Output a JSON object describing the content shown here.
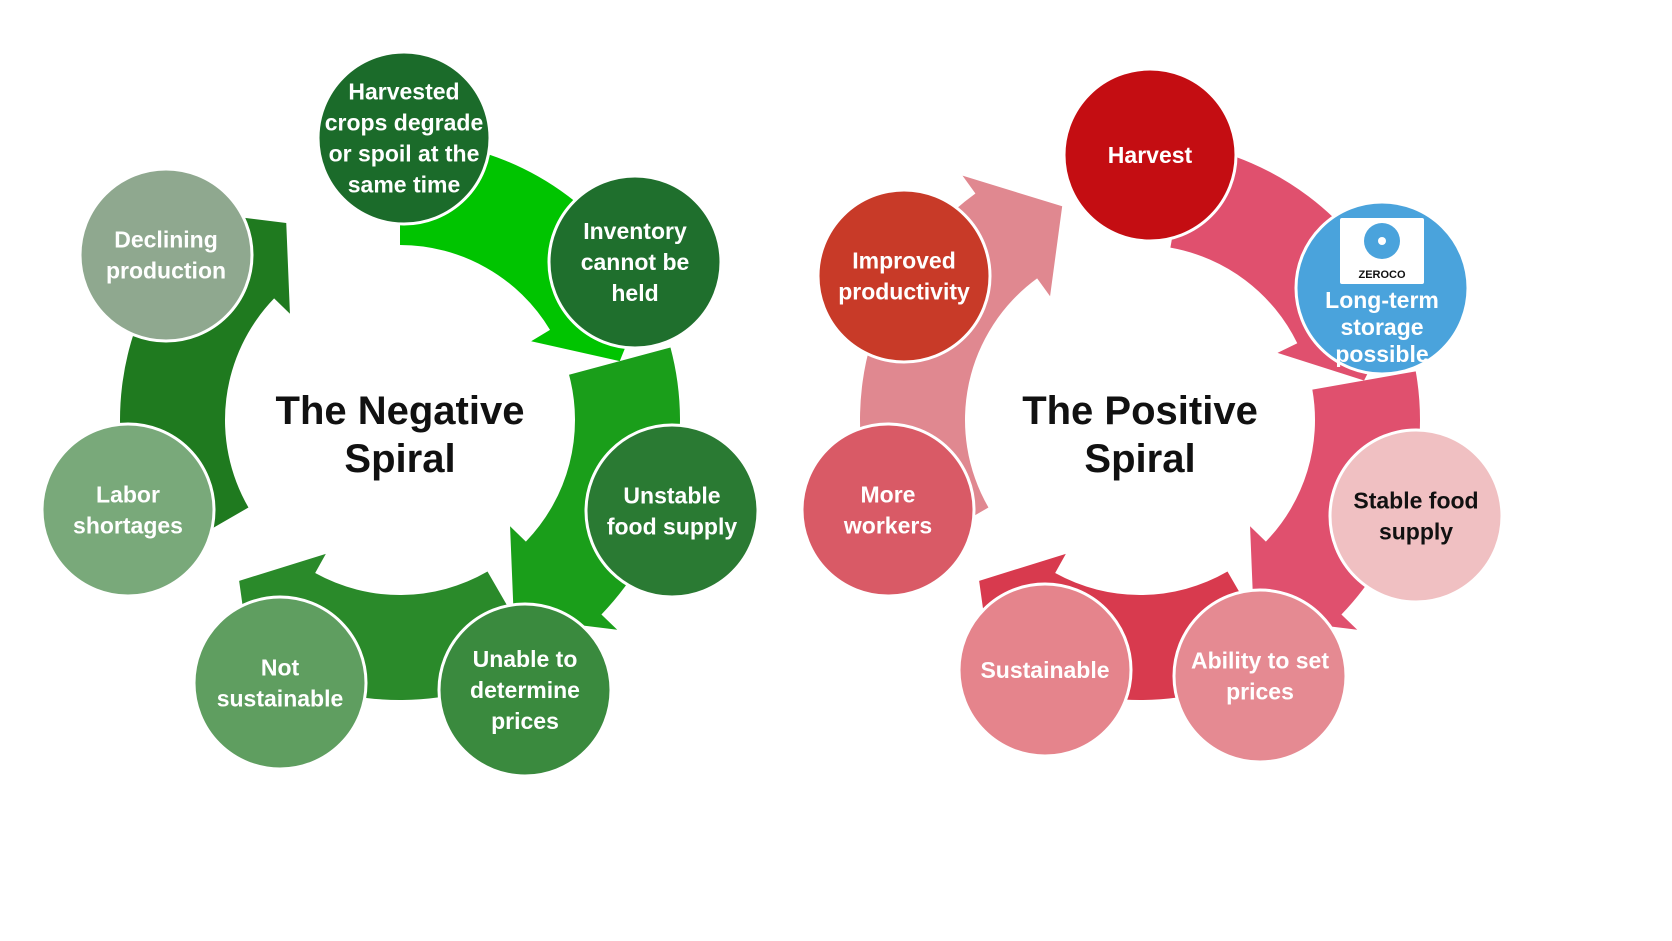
{
  "negative_spiral": {
    "title_lines": [
      "The Negative",
      "Spiral"
    ],
    "nodes": [
      {
        "lines": [
          "Harvested",
          "crops degrade",
          "or spoil at the",
          "same time"
        ],
        "color": "#1b6b2a"
      },
      {
        "lines": [
          "Inventory",
          "cannot be",
          "held"
        ],
        "color": "#1f6f2d"
      },
      {
        "lines": [
          "Unstable",
          "food supply"
        ],
        "color": "#2a7a33"
      },
      {
        "lines": [
          "Unable to",
          "determine",
          "prices"
        ],
        "color": "#3a8a3e"
      },
      {
        "lines": [
          "Not",
          "sustainable"
        ],
        "color": "#5f9e60"
      },
      {
        "lines": [
          "Labor",
          "shortages"
        ],
        "color": "#79a97a"
      },
      {
        "lines": [
          "Declining",
          "production"
        ],
        "color": "#8fa88f"
      }
    ],
    "arrow_colors": [
      "#00c400",
      "#1a9e1a",
      "#2a8a2a",
      "#1f7a1f"
    ]
  },
  "positive_spiral": {
    "title_lines": [
      "The Positive",
      "Spiral"
    ],
    "nodes": [
      {
        "lines": [
          "Harvest"
        ],
        "color": "#c40d12"
      },
      {
        "lines": [
          "Long-term",
          "storage",
          "possible"
        ],
        "color": "#4aa3dc",
        "logo_text": "ZEROCO"
      },
      {
        "lines": [
          "Stable food",
          "supply"
        ],
        "color": "#f0c0c2",
        "text_dark": true
      },
      {
        "lines": [
          "Ability to set",
          "prices"
        ],
        "color": "#e58a92"
      },
      {
        "lines": [
          "Sustainable"
        ],
        "color": "#e5848c"
      },
      {
        "lines": [
          "More",
          "workers"
        ],
        "color": "#d95a66"
      },
      {
        "lines": [
          "Improved",
          "productivity"
        ],
        "color": "#c83a28"
      }
    ],
    "arrow_colors": [
      "#e0506e",
      "#e0506e",
      "#d83a4e",
      "#e08890"
    ]
  }
}
